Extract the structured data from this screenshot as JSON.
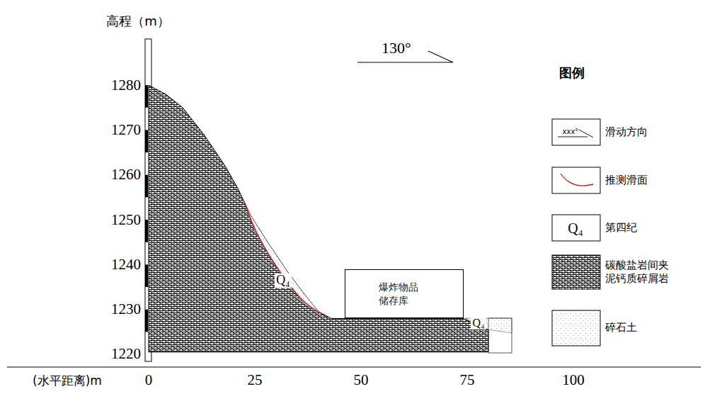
{
  "diagram": {
    "nodes": [
      {
        "text": [
          "爆炸物品 储存库"
        ]
      }
    ],
    "labels": [
      "高程（m）",
      "1280",
      "1270",
      "1260",
      "1250",
      "1240",
      "1230",
      "1220",
      "(水平距离)m",
      "0",
      "25",
      "50",
      "75",
      "100",
      "130°",
      "Q₄",
      "Q₄",
      "图例",
      "xxx°",
      "Q₄"
    ],
    "legend": [
      {
        "text": "滑动方向"
      },
      {
        "text": "推测滑面"
      },
      {
        "text": "第四纪"
      },
      {
        "text": "碳酸盐岩间夹 泥钙质碎屑岩"
      },
      {
        "text": "碎石土"
      }
    ]
  }
}
